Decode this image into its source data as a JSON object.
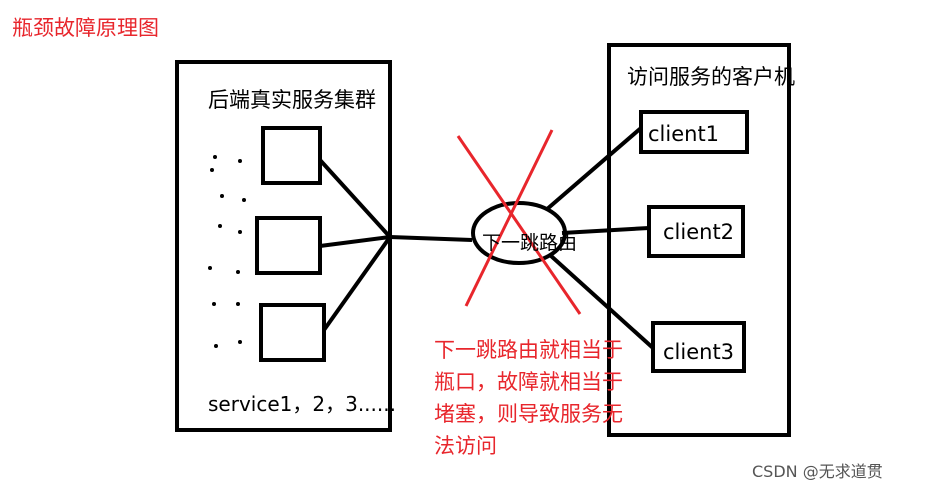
{
  "title": "瓶颈故障原理图",
  "backend": {
    "label": "后端真实服务集群",
    "services": "service1，2，3......"
  },
  "clients_area": {
    "label": "访问服务的客户机",
    "clients": [
      "client1",
      "client2",
      "client3"
    ]
  },
  "router": {
    "label": "下一跳路由"
  },
  "note": {
    "lines": [
      "下一跳路由就相当于",
      "瓶口，故障就相当于",
      "堵塞，则导致服务无",
      "法访问"
    ]
  },
  "watermark": "CSDN @无求道贯",
  "colors": {
    "accent": "#e8262c",
    "stroke": "#000000"
  }
}
